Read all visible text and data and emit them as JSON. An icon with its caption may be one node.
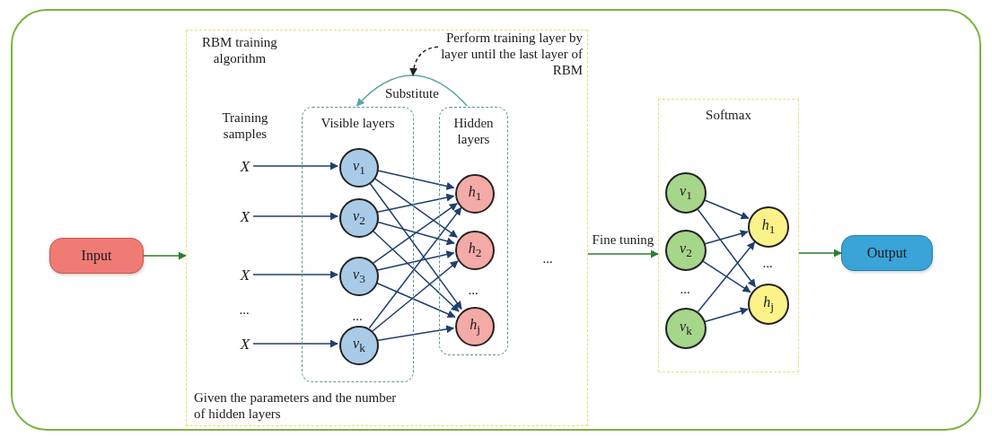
{
  "diagram": {
    "nodes": [
      {
        "text": [
          "Input"
        ]
      },
      {
        "text": [
          "RBM training algorithm",
          "Given the parameters and the number of hidden layers"
        ]
      },
      {
        "text": [
          "Perform training layer by layer until the last layer of RBM"
        ],
        "in": 1
      },
      {
        "text": [
          "Visible layers"
        ],
        "in": 1
      },
      {
        "text": [
          "Hidden layers"
        ],
        "in": 1
      },
      {
        "text": [
          "X"
        ],
        "in": 1
      },
      {
        "text": [
          "X"
        ],
        "in": 1
      },
      {
        "text": [
          "X"
        ],
        "in": 1
      },
      {
        "text": [
          "X"
        ],
        "in": 1
      },
      {
        "text": [
          "*v*$_{1}$"
        ],
        "in": 3
      },
      {
        "text": [
          "*v*$_{2}$"
        ],
        "in": 3
      },
      {
        "text": [
          "*v*$_{3}$"
        ],
        "in": 3
      },
      {
        "text": [
          "*v*$_{k}$"
        ],
        "in": 3
      },
      {
        "text": [
          "*h*$_{1}$"
        ],
        "in": 4
      },
      {
        "text": [
          "*h*$_{2}$"
        ],
        "in": 4
      },
      {
        "text": [
          "*h*$_{j}$"
        ],
        "in": 4
      },
      {
        "text": [
          "Softmax"
        ]
      },
      {
        "text": [
          "*v*$_{1}$"
        ],
        "in": 16
      },
      {
        "text": [
          "*v*$_{2}$"
        ],
        "in": 16
      },
      {
        "text": [
          "*v*$_{k}$"
        ],
        "in": 16
      },
      {
        "text": [
          "*h*$_{1}$"
        ],
        "in": 16
      },
      {
        "text": [
          "*h*$_{j}$"
        ],
        "in": 16
      },
      {
        "text": [
          "Output"
        ]
      }
    ],
    "edges": [
      {
        "from": 0,
        "to": 1,
        "arrow": "to",
        "color": "#2e7d32"
      },
      {
        "from": 5,
        "to": 9,
        "arrow": "to"
      },
      {
        "from": 6,
        "to": 10,
        "arrow": "to"
      },
      {
        "from": 7,
        "to": 11,
        "arrow": "to"
      },
      {
        "from": 8,
        "to": 12,
        "arrow": "to"
      },
      {
        "from": 9,
        "to": 13,
        "arrow": "to"
      },
      {
        "from": 9,
        "to": 14,
        "arrow": "to"
      },
      {
        "from": 9,
        "to": 15,
        "arrow": "to"
      },
      {
        "from": 10,
        "to": 13,
        "arrow": "to"
      },
      {
        "from": 10,
        "to": 14,
        "arrow": "to"
      },
      {
        "from": 10,
        "to": 15,
        "arrow": "to"
      },
      {
        "from": 11,
        "to": 13,
        "arrow": "to"
      },
      {
        "from": 11,
        "to": 14,
        "arrow": "to"
      },
      {
        "from": 11,
        "to": 15,
        "arrow": "to"
      },
      {
        "from": 12,
        "to": 13,
        "arrow": "to"
      },
      {
        "from": 12,
        "to": 14,
        "arrow": "to"
      },
      {
        "from": 12,
        "to": 15,
        "arrow": "to"
      },
      {
        "from": 4,
        "to": 3,
        "arrow": "to",
        "label": "Substitute",
        "color": "#5aa5a0"
      },
      {
        "from": 2,
        "to": null,
        "arrow": "to",
        "style": "dashed",
        "color": "#222222"
      },
      {
        "from": 1,
        "to": 16,
        "arrow": "to",
        "label": "Fine tuning",
        "color": "#2e7d32"
      },
      {
        "from": 17,
        "to": 20,
        "arrow": "to"
      },
      {
        "from": 17,
        "to": 21,
        "arrow": "to"
      },
      {
        "from": 18,
        "to": 20,
        "arrow": "to"
      },
      {
        "from": 18,
        "to": 21,
        "arrow": "to"
      },
      {
        "from": 19,
        "to": 20,
        "arrow": "to"
      },
      {
        "from": 19,
        "to": 21,
        "arrow": "to"
      },
      {
        "from": 16,
        "to": 22,
        "arrow": "to",
        "color": "#2e7d32"
      }
    ],
    "labels": [
      "Training samples",
      "...",
      "...",
      "...",
      "...",
      "...",
      "..."
    ]
  }
}
